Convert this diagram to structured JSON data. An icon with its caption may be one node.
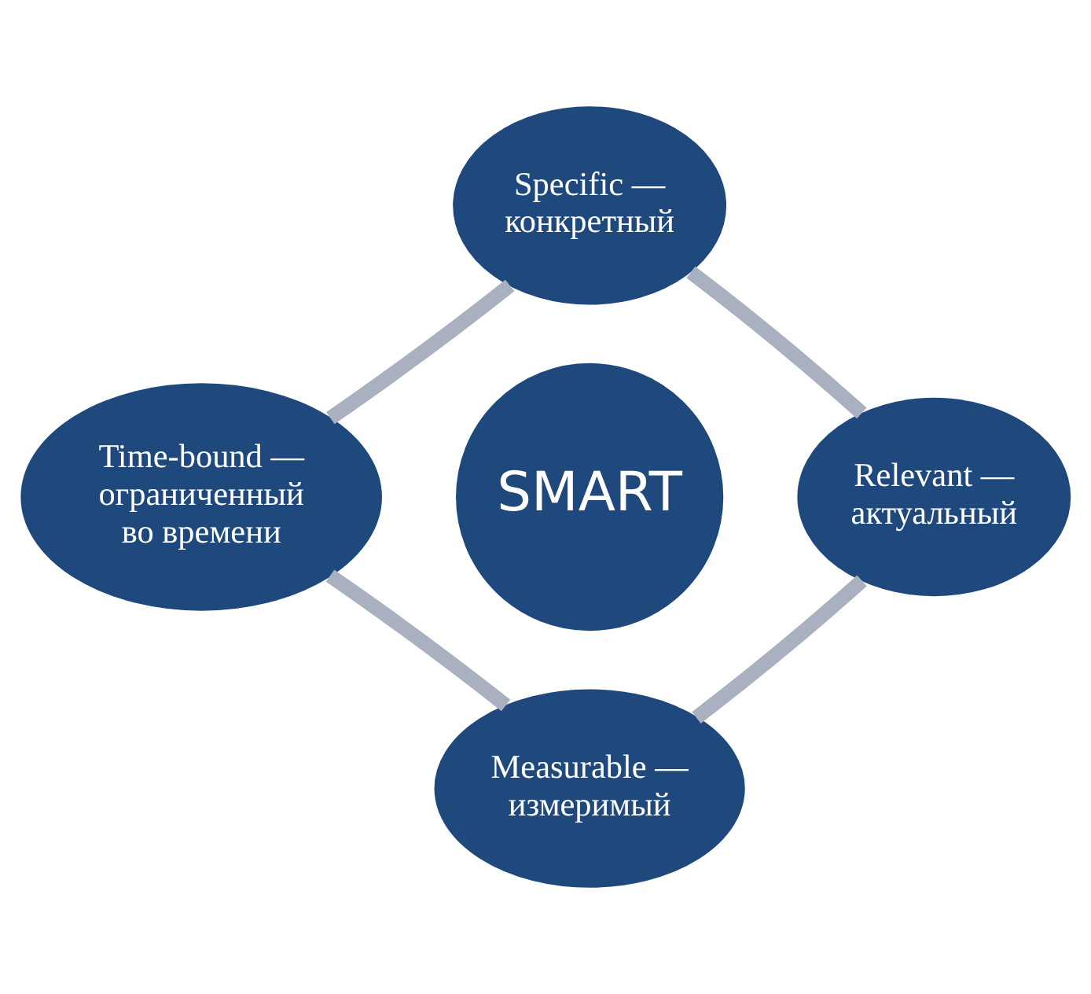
{
  "diagram": {
    "nodes": [
      {
        "text": [
          "Specific — конкретный"
        ]
      },
      {
        "text": [
          "Time-bound — ограниченный во времени"
        ]
      },
      {
        "text": [
          "SMART"
        ]
      },
      {
        "text": [
          "Relevant — актуальный"
        ]
      },
      {
        "text": [
          "Measurable — измеримый"
        ]
      }
    ],
    "edges": [
      {
        "from": 0,
        "to": 3,
        "arrow": "none"
      },
      {
        "from": 3,
        "to": 4,
        "arrow": "none"
      },
      {
        "from": 4,
        "to": 1,
        "arrow": "none"
      },
      {
        "from": 1,
        "to": 0,
        "arrow": "none"
      }
    ]
  }
}
